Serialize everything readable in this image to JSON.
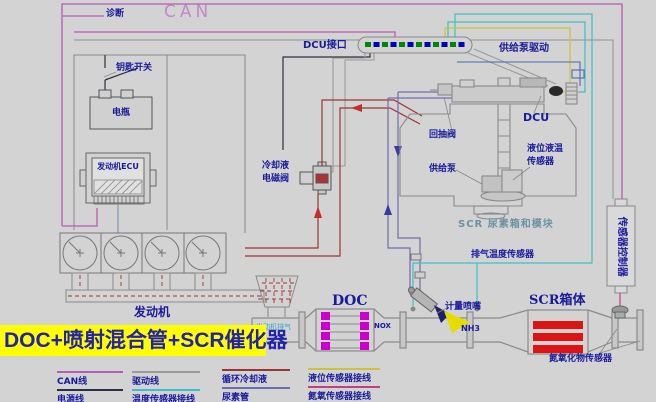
{
  "colors": {
    "background": "#d3d3d3",
    "can_wire": "#b55ab5",
    "can_text": "#c289c9",
    "label_blue": "#1a1a9c",
    "banner_bg": "#ffff00",
    "banner_text": "#2222aa",
    "doc_block_magenta": "#cc00cc",
    "scr_stripe_red": "#dd1414",
    "coolant_wire": "#9c3434",
    "urea_wire": "#6e6eae",
    "temp_sensor_wire": "#3cc0c4",
    "level_sensor_wire": "#cfc23a",
    "nox_sensor_wire": "#c04080",
    "power_wire": "#2e2e44",
    "drive_wire": "#9a9a9a",
    "nh3_spray": "#e6dc00"
  },
  "labels": {
    "diagnosis": "诊断",
    "can_bus": "CAN",
    "dcu_port": "DCU接口",
    "pump_drive": "供给泵驱动",
    "key_switch": "钥匙开关",
    "battery": "电瓶",
    "engine_ecu": "发动机ECU",
    "coolant_valve_line1": "冷却液",
    "coolant_valve_line2": "电磁阀",
    "engine": "发动机",
    "backflow_valve": "回抽阀",
    "dcu": "DCU",
    "level_temp_line1": "液位液温",
    "level_temp_line2": "传感器",
    "supply_pump": "供给泵",
    "urea_module": "SCR 尿素箱和模块",
    "exhaust_temp_sensor": "排气温度传感器",
    "engine_exhaust": "发动机排气",
    "doc": "DOC",
    "nox": "NOX",
    "metering_nozzle": "计量喷嘴",
    "nh3": "NH3",
    "scr_box": "SCR箱体",
    "nox_sensor": "氮氧化物传感器",
    "sensor_controller": "传感器控制器"
  },
  "banner": {
    "text": "DOC+喷射混合管+SCR催化器"
  },
  "legend": {
    "items": [
      {
        "label": "CAN线",
        "color": "#b060b8"
      },
      {
        "label": "驱动线",
        "color": "#9a9a9a"
      },
      {
        "label": "循环冷却液",
        "color": "#9c3434"
      },
      {
        "label": "液位传感器接线",
        "color": "#cfc23a"
      },
      {
        "label": "电源线",
        "color": "#2e2e44"
      },
      {
        "label": "温度传感器接线",
        "color": "#3cc0c4"
      },
      {
        "label": "尿素管",
        "color": "#6e6eae"
      },
      {
        "label": "氮氧传感器接线",
        "color": "#c04080"
      }
    ]
  }
}
